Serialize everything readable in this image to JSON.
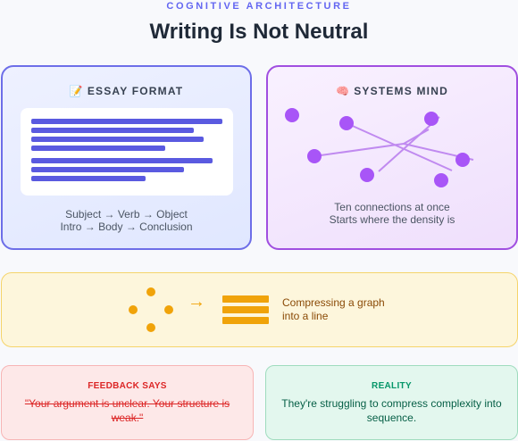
{
  "header": {
    "eyebrow": "COGNITIVE ARCHITECTURE",
    "title": "Writing Is Not Neutral"
  },
  "essay": {
    "emoji": "📝",
    "heading": "ESSAY FORMAT",
    "caption_line1": "Subject → Verb → Object",
    "caption_line2": "Intro → Body → Conclusion"
  },
  "systems": {
    "emoji": "🧠",
    "heading": "SYSTEMS MIND",
    "caption_line1": "Ten connections at once",
    "caption_line2": "Starts where the density is"
  },
  "compression": {
    "arrow": "→",
    "text_line1": "Compressing a graph",
    "text_line2": "into a line"
  },
  "feedback": {
    "label": "FEEDBACK SAYS",
    "quote": "\"Your argument is unclear. Your structure is weak.\""
  },
  "reality": {
    "label": "REALITY",
    "text": "They're struggling to compress complexity into sequence."
  },
  "colors": {
    "indigo": "#5a5ae0",
    "purple": "#a855f7",
    "amber": "#f0a30a",
    "red": "#dc2626",
    "green": "#059669"
  }
}
